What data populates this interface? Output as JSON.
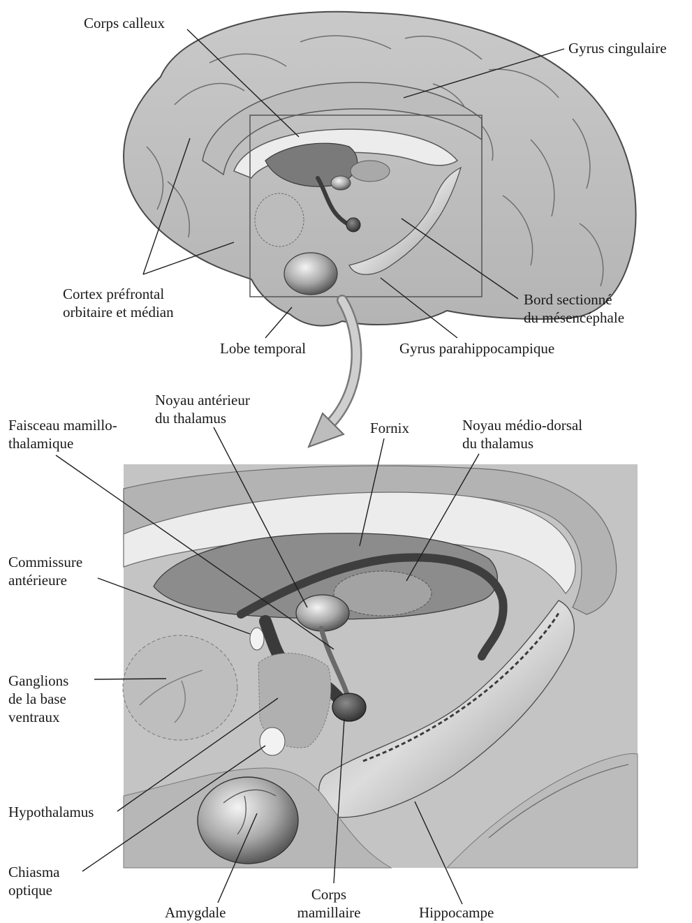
{
  "top": {
    "corps_calleux": "Corps calleux",
    "gyrus_cingulaire": "Gyrus cingulaire",
    "cortex_prefrontal": [
      "Cortex préfrontal",
      "orbitaire et médian"
    ],
    "bord_sectionne": [
      "Bord sectionné",
      "du mésencéphale"
    ],
    "lobe_temporal": "Lobe temporal",
    "gyrus_parahippocampique": "Gyrus parahippocampique"
  },
  "bottom": {
    "noyau_anterieur": [
      "Noyau antérieur",
      "du thalamus"
    ],
    "faisceau": [
      "Faisceau mamillo-",
      "thalamique"
    ],
    "fornix": "Fornix",
    "noyau_medio_dorsal": [
      "Noyau médio-dorsal",
      "du thalamus"
    ],
    "commissure": [
      "Commissure",
      "antérieure"
    ],
    "ganglions": [
      "Ganglions",
      "de la base",
      "ventraux"
    ],
    "hypothalamus": "Hypothalamus",
    "chiasma": [
      "Chiasma",
      "optique"
    ],
    "amygdale": "Amygdale",
    "corps_mamillaire": [
      "Corps",
      "mamillaire"
    ],
    "hippocampe": "Hippocampe"
  }
}
